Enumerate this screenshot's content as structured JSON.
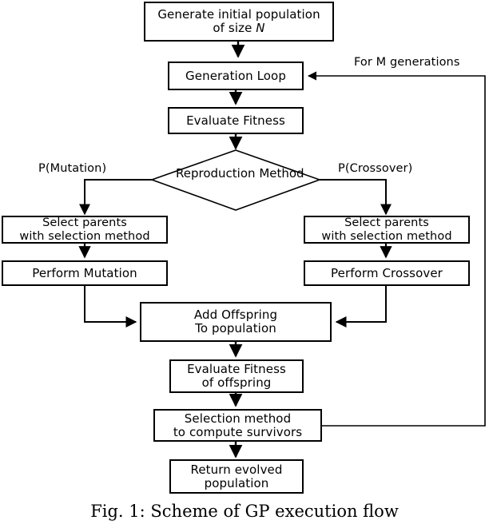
{
  "figure": {
    "caption": "Fig. 1: Scheme of GP execution flow",
    "title_implicit": "Scheme of GP execution flow"
  },
  "diagram": {
    "type": "flowchart",
    "orientation": "top-to-bottom",
    "nodes": [
      {
        "id": "generate-initial-population",
        "shape": "rectangle",
        "lines": [
          "Generate initial population",
          "of size N"
        ],
        "line1": "Generate initial population",
        "line2_prefix": "of size ",
        "line2_italic": "N"
      },
      {
        "id": "generation-loop",
        "shape": "rectangle",
        "lines": [
          "Generation Loop"
        ],
        "line1": "Generation Loop"
      },
      {
        "id": "evaluate-fitness",
        "shape": "rectangle",
        "lines": [
          "Evaluate Fitness"
        ],
        "line1": "Evaluate Fitness"
      },
      {
        "id": "reproduction-method",
        "shape": "diamond",
        "lines": [
          "Reproduction",
          "Method"
        ],
        "line1": "Reproduction",
        "line2": "Method"
      },
      {
        "id": "select-parents-left",
        "shape": "rectangle",
        "lines": [
          "Select parents",
          "with selection method"
        ],
        "line1": "Select parents",
        "line2": "with selection method"
      },
      {
        "id": "select-parents-right",
        "shape": "rectangle",
        "lines": [
          "Select parents",
          "with selection method"
        ],
        "line1": "Select parents",
        "line2": "with selection method"
      },
      {
        "id": "perform-mutation",
        "shape": "rectangle",
        "lines": [
          "Perform Mutation"
        ],
        "line1": "Perform Mutation"
      },
      {
        "id": "perform-crossover",
        "shape": "rectangle",
        "lines": [
          "Perform Crossover"
        ],
        "line1": "Perform Crossover"
      },
      {
        "id": "add-offspring",
        "shape": "rectangle",
        "lines": [
          "Add Offspring",
          "To population"
        ],
        "line1": "Add Offspring",
        "line2": "To population"
      },
      {
        "id": "evaluate-fitness-offspring",
        "shape": "rectangle",
        "lines": [
          "Evaluate Fitness",
          "of offspring"
        ],
        "line1": "Evaluate Fitness",
        "line2": "of offspring"
      },
      {
        "id": "selection-method-survivors",
        "shape": "rectangle",
        "lines": [
          "Selection method",
          "to compute survivors"
        ],
        "line1": "Selection method",
        "line2": "to compute survivors"
      },
      {
        "id": "return-evolved-population",
        "shape": "rectangle",
        "lines": [
          "Return evolved",
          "population"
        ],
        "line1": "Return evolved",
        "line2": "population"
      }
    ],
    "edge_labels": [
      {
        "id": "loop-label",
        "text": "For M generations"
      },
      {
        "id": "mutation-branch-label",
        "text": "P(Mutation)"
      },
      {
        "id": "crossover-branch-label",
        "text": "P(Crossover)"
      }
    ],
    "edges": [
      {
        "from": "generate-initial-population",
        "to": "generation-loop",
        "label": ""
      },
      {
        "from": "generation-loop",
        "to": "evaluate-fitness",
        "label": ""
      },
      {
        "from": "evaluate-fitness",
        "to": "reproduction-method",
        "label": ""
      },
      {
        "from": "reproduction-method",
        "to": "select-parents-left",
        "label": "P(Mutation)"
      },
      {
        "from": "reproduction-method",
        "to": "select-parents-right",
        "label": "P(Crossover)"
      },
      {
        "from": "select-parents-left",
        "to": "perform-mutation",
        "label": ""
      },
      {
        "from": "select-parents-right",
        "to": "perform-crossover",
        "label": ""
      },
      {
        "from": "perform-mutation",
        "to": "add-offspring",
        "label": ""
      },
      {
        "from": "perform-crossover",
        "to": "add-offspring",
        "label": ""
      },
      {
        "from": "add-offspring",
        "to": "evaluate-fitness-offspring",
        "label": ""
      },
      {
        "from": "evaluate-fitness-offspring",
        "to": "selection-method-survivors",
        "label": ""
      },
      {
        "from": "selection-method-survivors",
        "to": "return-evolved-population",
        "label": ""
      },
      {
        "from": "selection-method-survivors",
        "to": "generation-loop",
        "label": "For M generations"
      }
    ]
  },
  "colors": {
    "stroke": "#000000",
    "fill": "#ffffff",
    "text": "#000000",
    "background": "#ffffff"
  }
}
